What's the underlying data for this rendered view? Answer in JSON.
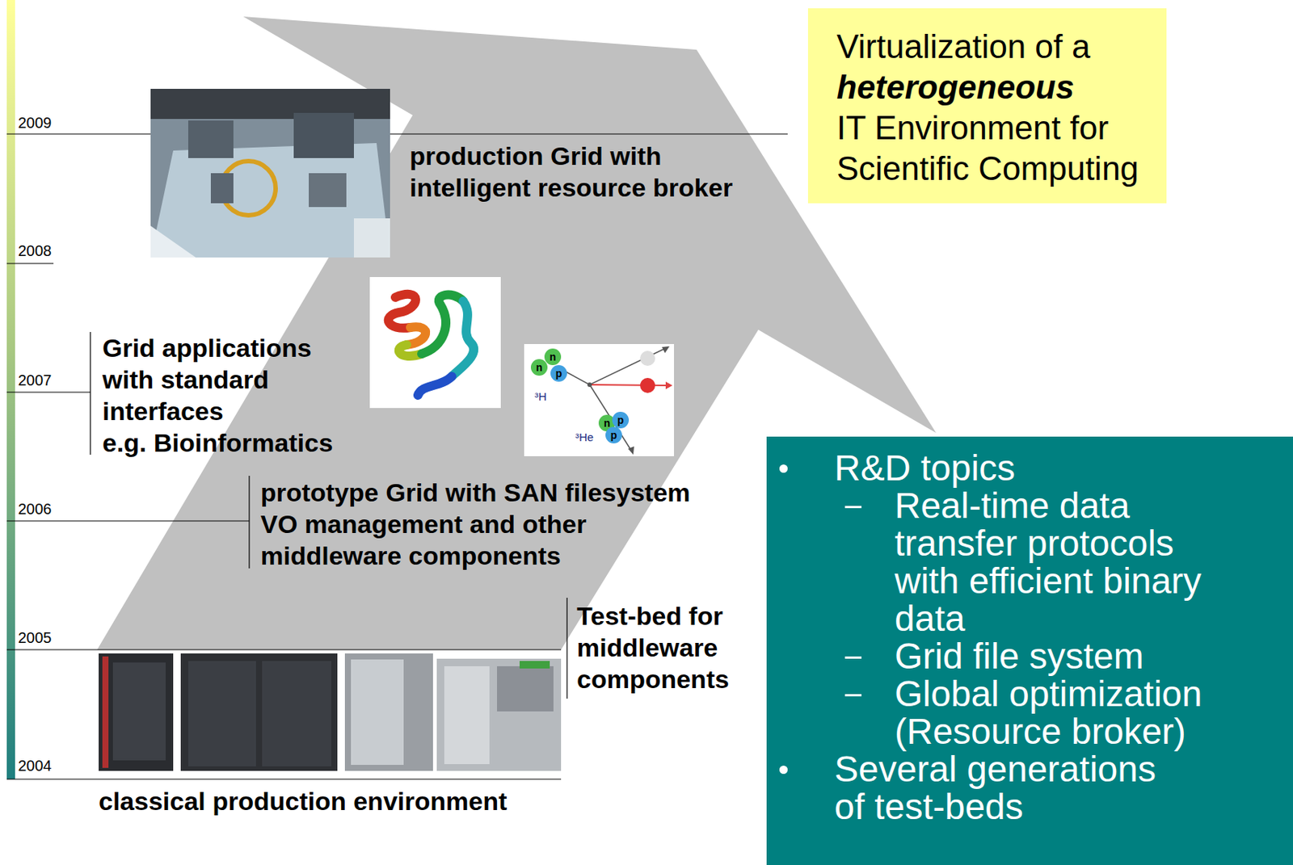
{
  "diagram": {
    "nodes": [
      {
        "text": [
          "Virtualization of a",
          "heterogeneous",
          "IT Environment for Scientific Computing"
        ]
      },
      {
        "text": [
          "R&D topics",
          "Real-time data transfer protocols with efficient binary data",
          "Grid file system",
          "Global optimization (Resource broker)",
          "Several generations of test-beds"
        ]
      }
    ],
    "labels": [
      "2009",
      "production Grid with intelligent resource broker",
      "2008",
      "Grid applications with standard interfaces",
      "e.g. Bioinformatics",
      "2007",
      "n",
      "n",
      "p",
      "³H",
      "³He",
      "n",
      "p",
      "p",
      "prototype Grid with SAN filesystem VO management and other middleware components",
      "2006",
      "Test-bed for middleware components",
      "2005",
      "2004",
      "classical production environment"
    ]
  }
}
